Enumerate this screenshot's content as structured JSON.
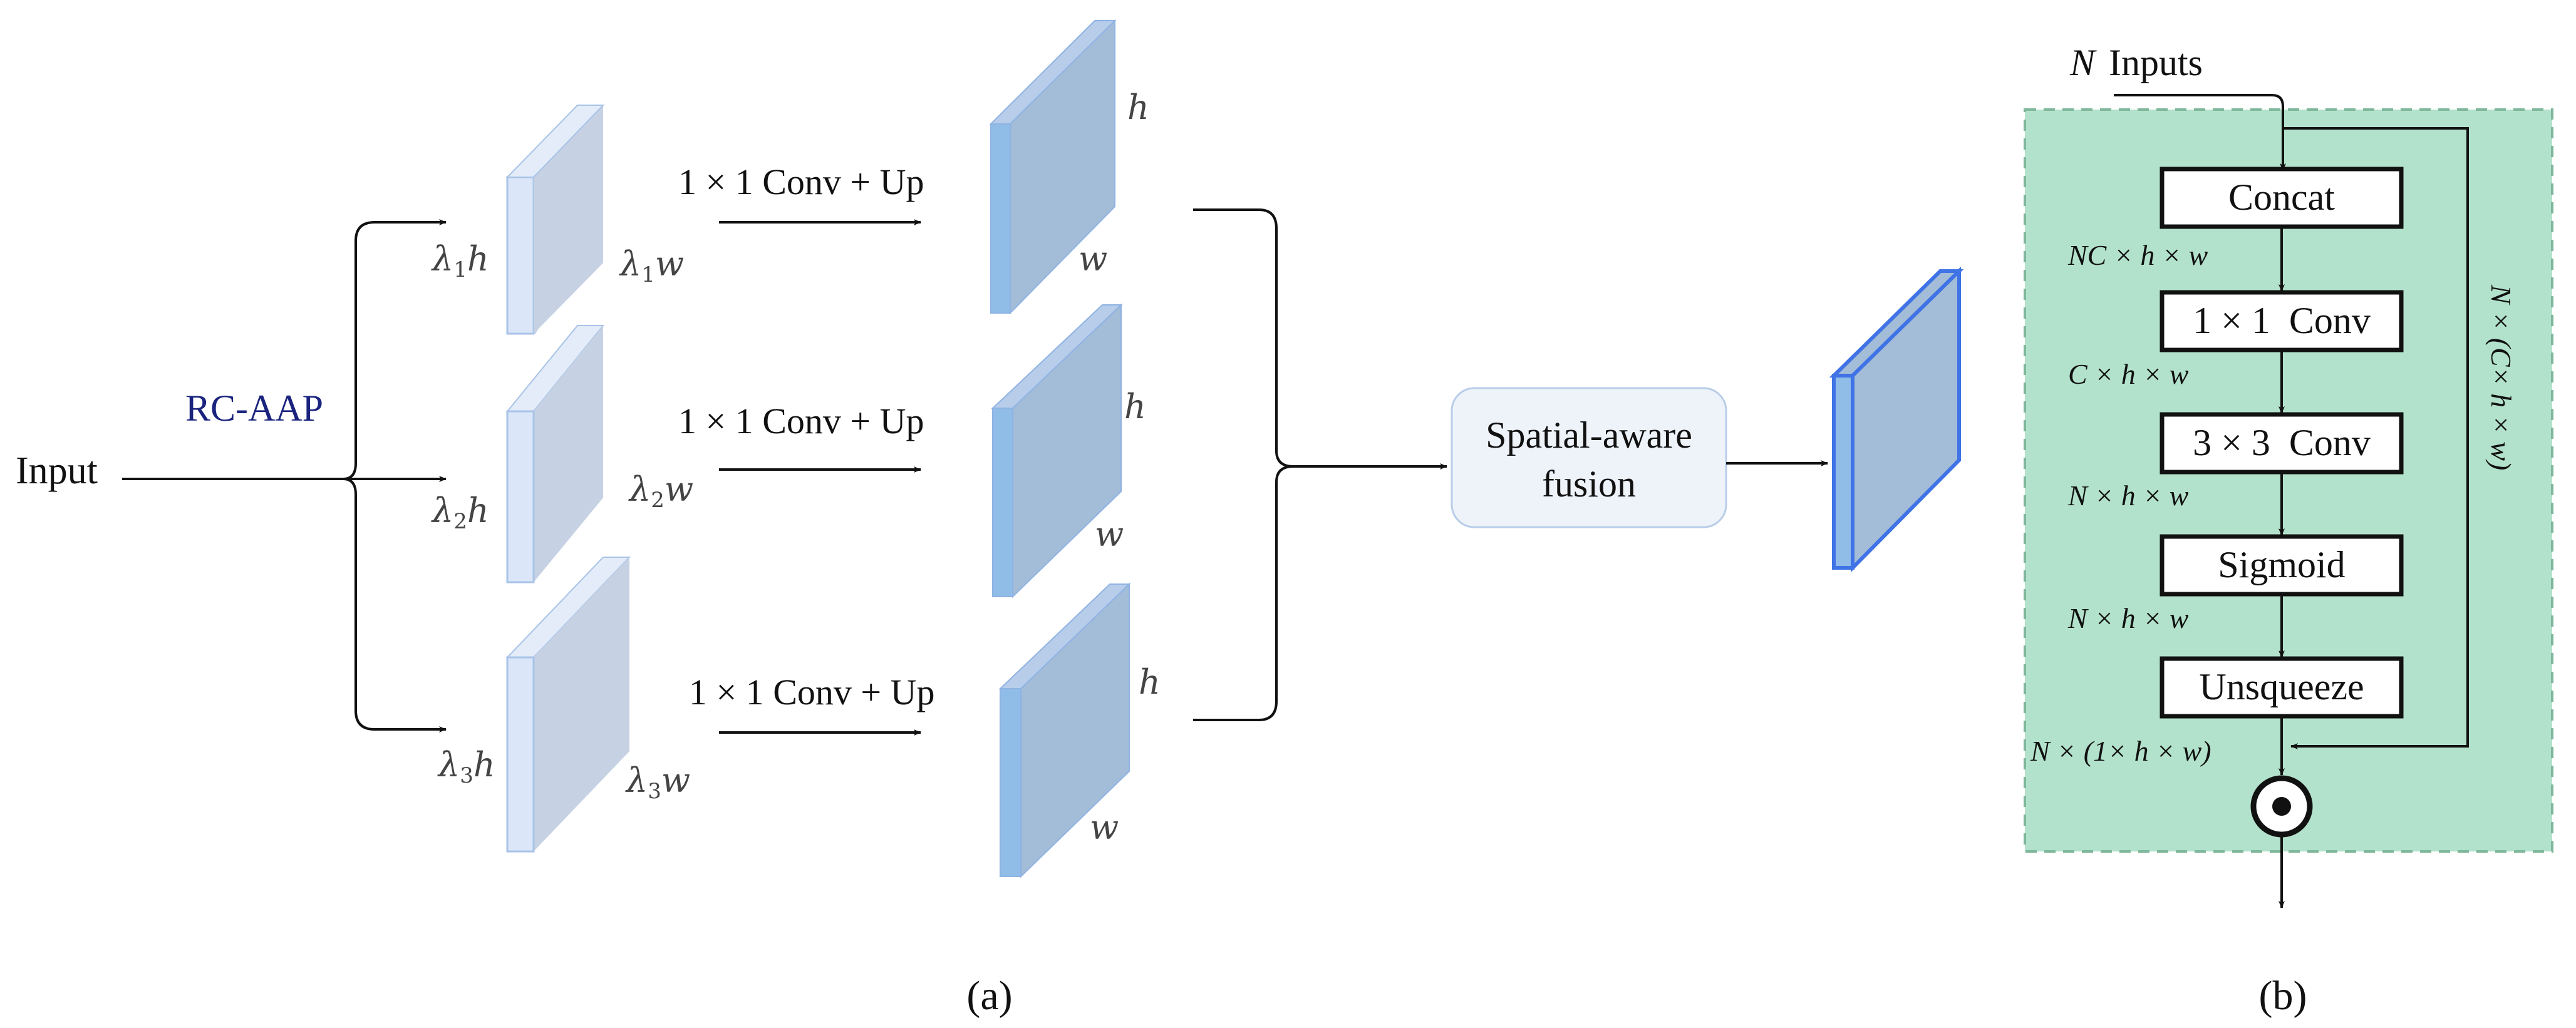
{
  "panel_a": {
    "input_label": "Input",
    "branch_label": "RC-AAP",
    "branches": [
      {
        "lambda": "λ",
        "sub": "1",
        "h": "h",
        "w": "w",
        "op_label": "1 × 1 Conv + Up",
        "out_h": "h",
        "out_w": "w"
      },
      {
        "lambda": "λ",
        "sub": "2",
        "h": "h",
        "w": "w",
        "op_label": "1 × 1 Conv + Up",
        "out_h": "h",
        "out_w": "w"
      },
      {
        "lambda": "λ",
        "sub": "3",
        "h": "h",
        "w": "w",
        "op_label": "1 × 1 Conv + Up",
        "out_h": "h",
        "out_w": "w"
      }
    ],
    "fusion_label_line1": "Spatial-aware",
    "fusion_label_line2": "fusion",
    "caption": "(a)"
  },
  "panel_b": {
    "inputs_n": "N",
    "inputs_label": "Inputs",
    "blocks": [
      "Concat",
      "1 × 1  Conv",
      "3 × 3  Conv",
      "Sigmoid",
      "Unsqueeze"
    ],
    "dims": [
      "NC × h × w",
      "C × h × w",
      "N × h × w",
      "N × h × w",
      "N × (1× h × w)"
    ],
    "skip_label": "N × (C× h × w)",
    "caption": "(b)"
  },
  "colors": {
    "green_box": "#b3e2cc",
    "green_border": "#7fb79a",
    "cube_light": "#dbe7f8",
    "cube_light_side": "#c6d2e4",
    "cube_blue": "#a3bcd8",
    "cube_blue_front": "#90bce8",
    "cube_output_border": "#3f73e6",
    "fusion_fill": "#eef3fa",
    "arrow": "#111111",
    "rc_aap": "#1a237e"
  }
}
